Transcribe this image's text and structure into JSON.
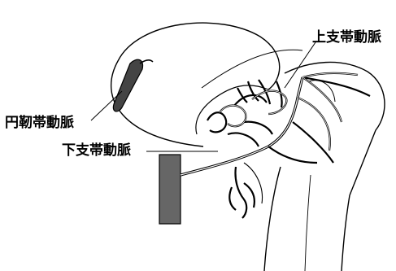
{
  "labels": {
    "ligamentum_teres_artery": "円靭帯動脈",
    "superior_retinacular_artery": "上支帯動脈",
    "inferior_retinacular_artery": "下支帯動脈"
  },
  "colors": {
    "line": "#000000",
    "background": "#ffffff",
    "shading": "#555555"
  }
}
